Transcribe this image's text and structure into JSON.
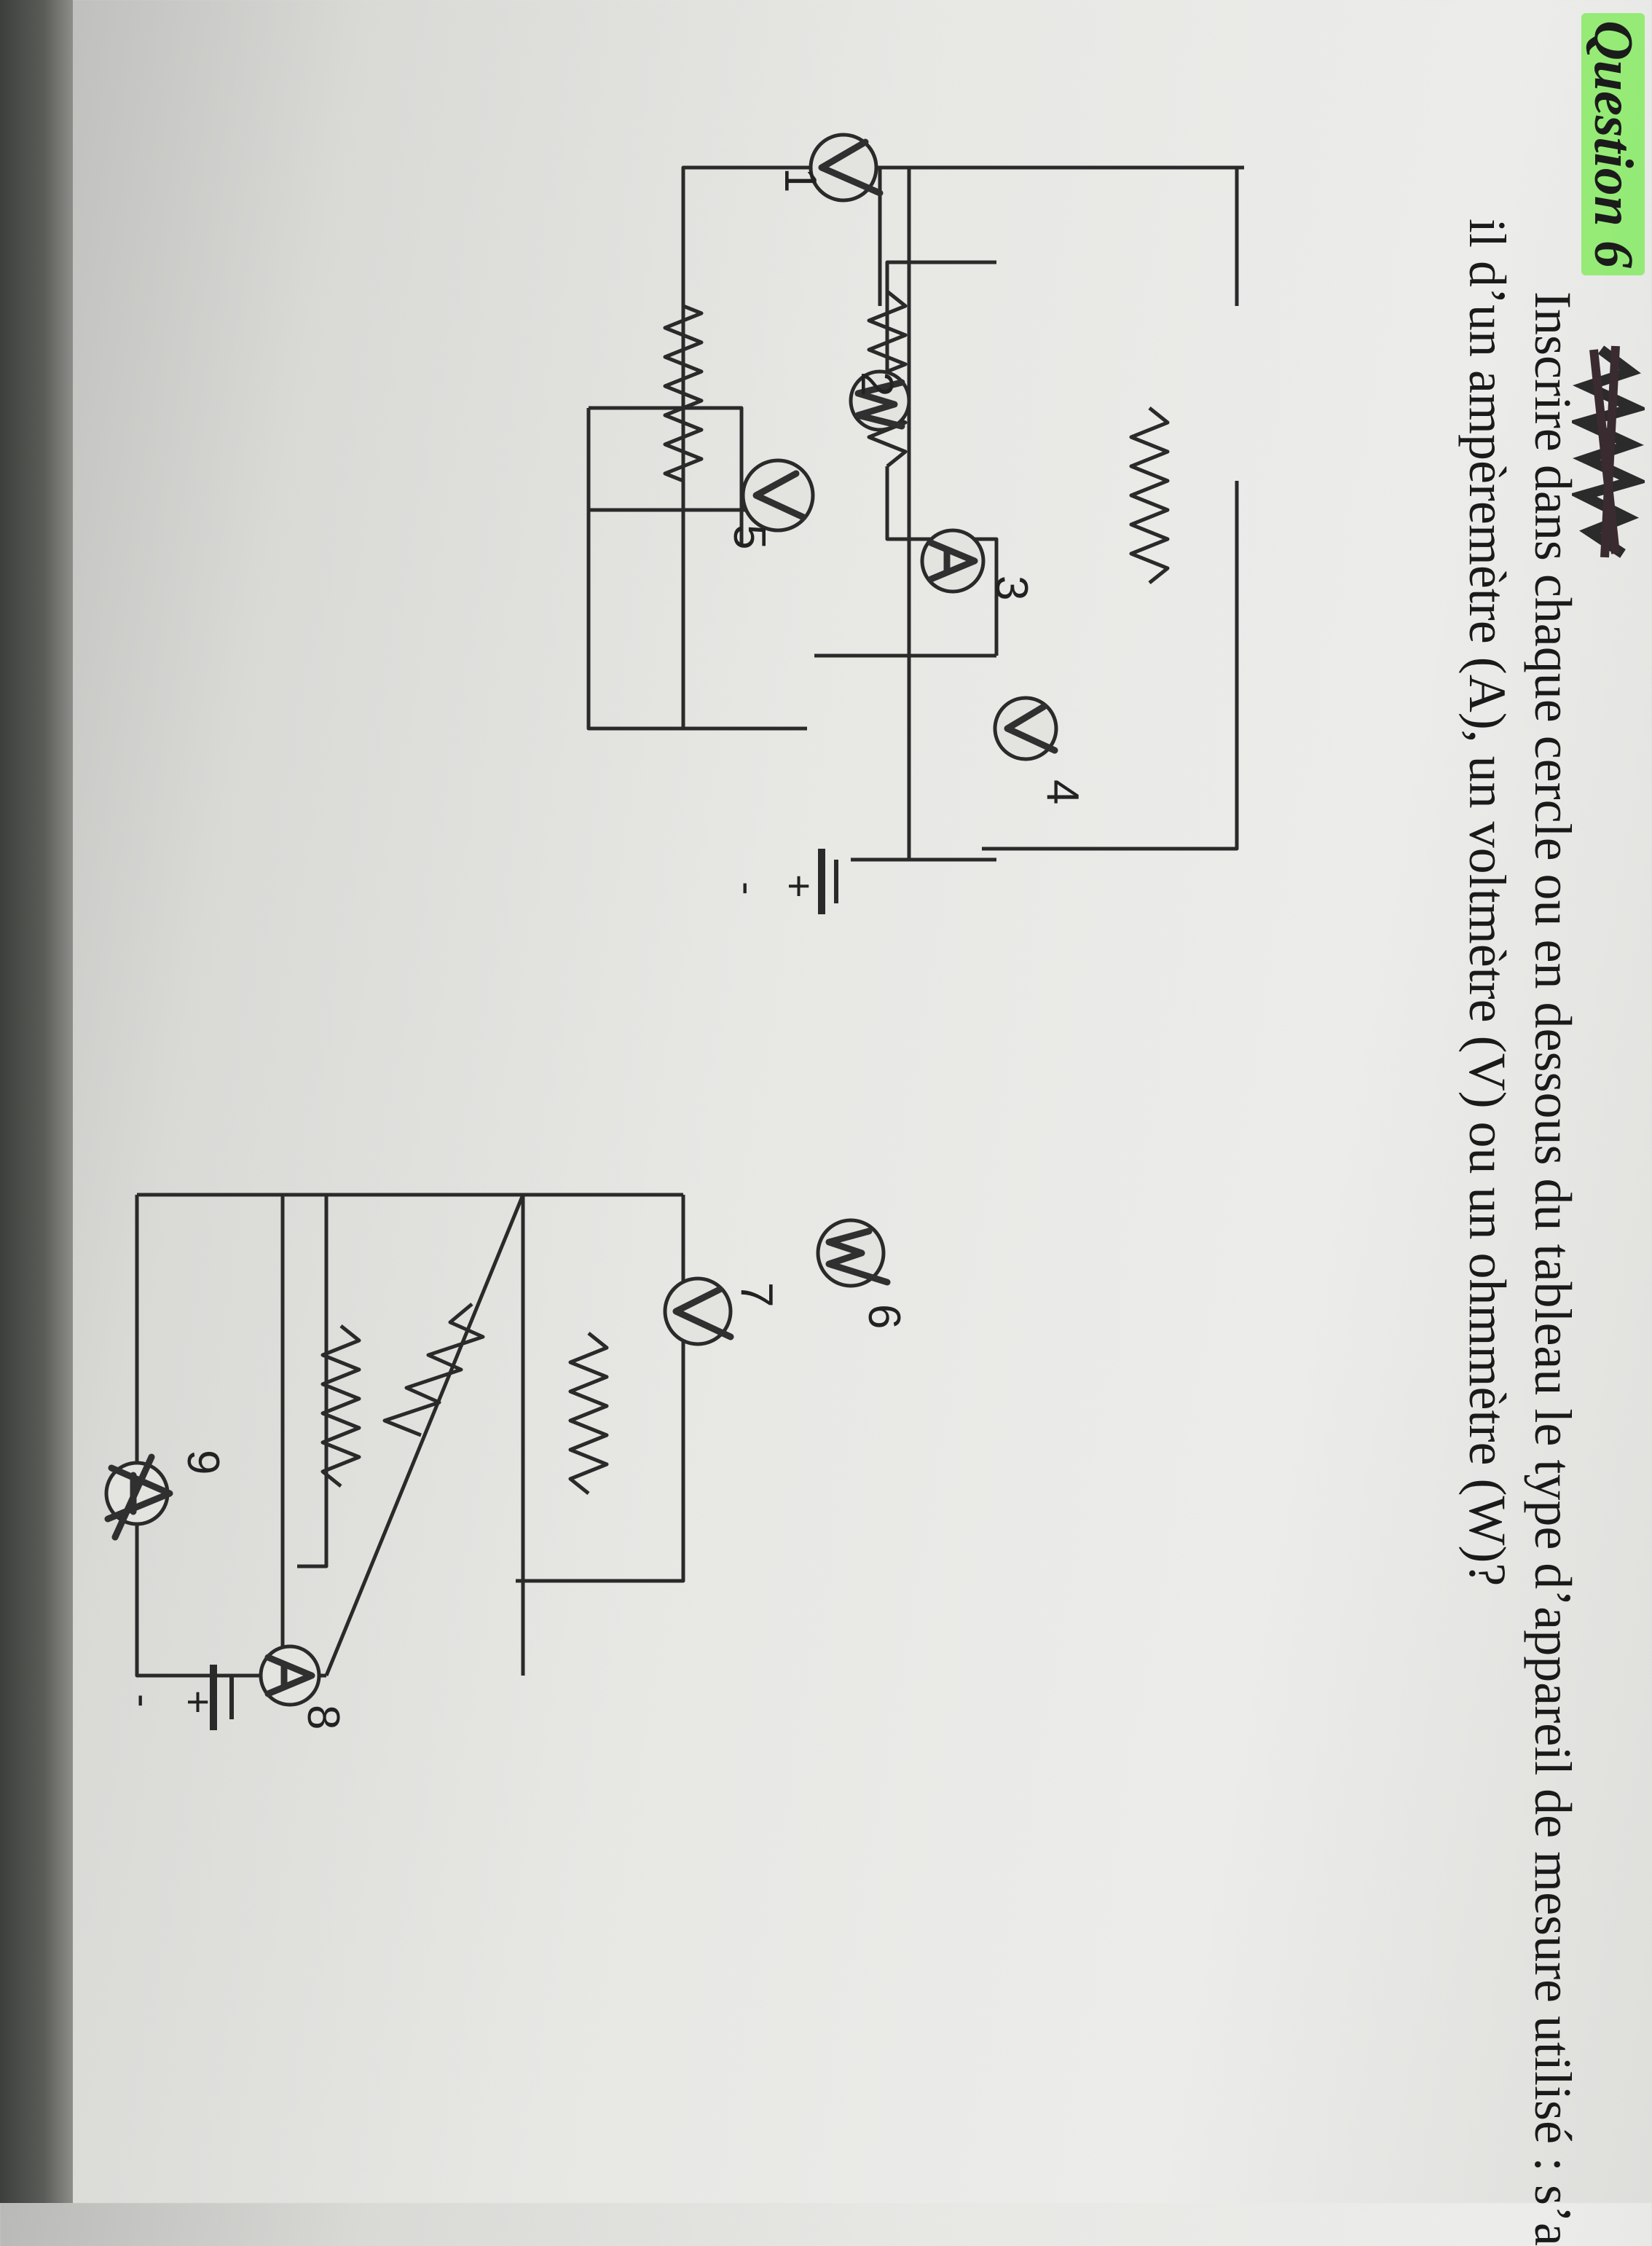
{
  "question": {
    "title": "Question 6",
    "line1": "Inscrire dans chaque cercle ou en dessous du tableau le type d’appareil de mesure utilisé : s’a",
    "line2": "il d’un ampèremètre (A), un voltmètre (V) ou un ohmmètre (W)?"
  },
  "circuit1": {
    "meters": [
      {
        "number": "1",
        "answer": "V"
      },
      {
        "number": "2",
        "answer": "W"
      },
      {
        "number": "3",
        "answer": "A"
      },
      {
        "number": "4",
        "answer": "V"
      },
      {
        "number": "5",
        "answer": "V"
      }
    ],
    "battery": {
      "plus": "+",
      "minus": "-"
    }
  },
  "circuit2": {
    "meters": [
      {
        "number": "6",
        "answer": "W"
      },
      {
        "number": "7",
        "answer": "V"
      },
      {
        "number": "8",
        "answer": "A"
      },
      {
        "number": "9",
        "answer": "A"
      }
    ],
    "battery": {
      "plus": "+",
      "minus": "-"
    }
  },
  "colors": {
    "highlight": "#7be850",
    "ink": "#2a2a2a",
    "paper": "#e8e8e5"
  }
}
